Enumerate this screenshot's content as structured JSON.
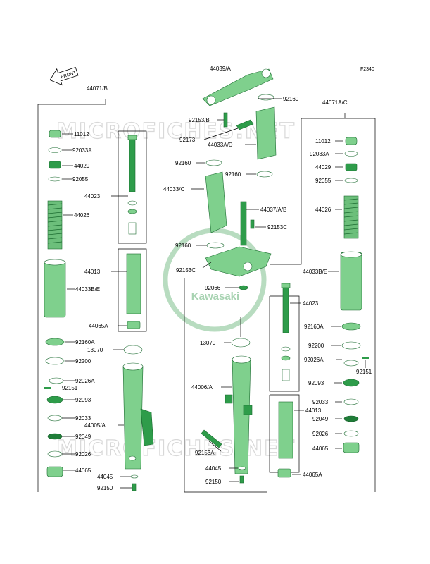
{
  "figure_code": "F2340",
  "front_badge": "FRONT",
  "watermark": "MICROFICHES.NET",
  "brand": "Kawasaki",
  "labels": {
    "l44071B": "44071/B",
    "l11012_l": "11012",
    "l92033A_l": "92033A",
    "l44029_l": "44029",
    "l92055_l": "92055",
    "l44023_l": "44023",
    "l44026_l": "44026",
    "l44013_l": "44013",
    "l44033BE_l": "44033B/E",
    "l44065A_l": "44065A",
    "l92160A_l": "92160A",
    "l13070_l": "13070",
    "l92200_l": "92200",
    "l92026A_l": "92026A",
    "l92151_l": "92151",
    "l92093_l": "92093",
    "l92033_l": "92033",
    "l44005A": "44005/A",
    "l92049_l": "92049",
    "l92026_l": "92026",
    "l44065_l": "44065",
    "l44045_l": "44045",
    "l92150_l": "92150",
    "l44039A": "44039/A",
    "l92160_top": "92160",
    "l92153B": "92153/B",
    "l92173": "92173",
    "l44033AD": "44033A/D",
    "l92160_m1": "92160",
    "l92160_m2": "92160",
    "l44033C": "44033/C",
    "l44037AB": "44037/A/B",
    "l92153C_r": "92153C",
    "l92160_m3": "92160",
    "l92153C_l": "92153C",
    "l92066": "92066",
    "l13070_c": "13070",
    "l44006A": "44006/A",
    "l92153A": "92153A",
    "l44045_c": "44045",
    "l92150_c": "92150",
    "l44071AC": "44071A/C",
    "l11012_r": "11012",
    "l92033A_r": "92033A",
    "l44029_r": "44029",
    "l92055_r": "92055",
    "l44026_r": "44026",
    "l44033BE_r": "44033B/E",
    "l44023_r": "44023",
    "l92160A_r": "92160A",
    "l92200_r": "92200",
    "l92026A_r": "92026A",
    "l92151_r": "92151",
    "l92093_r": "92093",
    "l44013_r": "44013",
    "l92033_r": "92033",
    "l92049_r": "92049",
    "l92026_r": "92026",
    "l44065_r": "44065",
    "l44065A_r": "44065A"
  },
  "colors": {
    "part_green": "#2e9c4a",
    "part_light_green": "#7fd08d",
    "outline": "#1b6b30",
    "watermark": "#d8d8d8"
  }
}
